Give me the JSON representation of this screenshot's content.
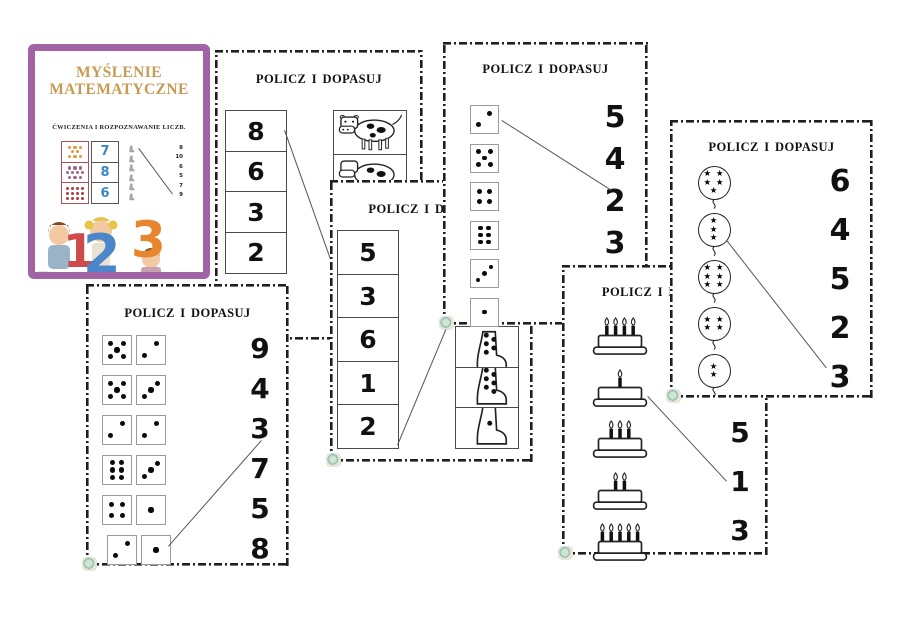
{
  "cover": {
    "title_line1": "MYŚLENIE",
    "title_line2": "MATEMATYCZNE",
    "title_color": "#c79b52",
    "border_color": "#a263a4",
    "subtitle": "ĆWICZENIA I ROZPOZNAWANIE LICZB.",
    "mini_dice": [
      {
        "dots": 8,
        "color": "#dd9a3f"
      },
      {
        "dots": 10,
        "color": "#a06787"
      },
      {
        "dots": 12,
        "color": "#b23b3b"
      }
    ],
    "mini_numbers": [
      "7",
      "8",
      "6"
    ],
    "mini_number_color": "#3a87c8",
    "mini_list_numbers": [
      "8",
      "10",
      "6",
      "5",
      "7",
      "9"
    ],
    "big_numbers": [
      {
        "value": "1",
        "color": "#cf4a4a"
      },
      {
        "value": "2",
        "color": "#4a86c9"
      },
      {
        "value": "3",
        "color": "#e8862f"
      }
    ]
  },
  "worksheets": {
    "cows": {
      "title": "POLICZ I DOPASUJ",
      "numbers": [
        "8",
        "6",
        "3",
        "2"
      ],
      "images": "cow",
      "match": {
        "from": "number-8",
        "to": "cow-hidden"
      }
    },
    "boots": {
      "title": "POLICZ I DOPASUJ",
      "numbers": [
        "5",
        "3",
        "6",
        "1",
        "2"
      ],
      "boot_dots": [
        5,
        6,
        1
      ],
      "match": {
        "from": "number-2",
        "to": "boot-hidden"
      }
    },
    "dice": {
      "title": "POLICZ I DOPASUJ",
      "dice": [
        2,
        5,
        4,
        6,
        3,
        1
      ],
      "numbers": [
        "5",
        "4",
        "2",
        "3"
      ],
      "match": {
        "from": "die-2-dots",
        "to": "number-2"
      }
    },
    "dominoes": {
      "title": "POLICZ I DOPASUJ",
      "pairs": [
        [
          5,
          2
        ],
        [
          5,
          3
        ],
        [
          2,
          2
        ],
        [
          6,
          3
        ],
        [
          4,
          1
        ],
        [
          2,
          1
        ]
      ],
      "numbers": [
        "9",
        "4",
        "3",
        "7",
        "5",
        "8"
      ],
      "match": {
        "from": "pair-2-1",
        "to": "number-3"
      }
    },
    "cakes": {
      "title": "POLICZ I DOPASUJ",
      "candles": [
        4,
        1,
        3,
        2,
        5
      ],
      "numbers": [
        "5",
        "1",
        "3"
      ],
      "match": {
        "from": "cake-1-candle",
        "to": "number-1"
      }
    },
    "balloons": {
      "title": "POLICZ I DOPASUJ",
      "stars": [
        5,
        3,
        6,
        4,
        2
      ],
      "numbers": [
        "6",
        "4",
        "5",
        "2",
        "3"
      ],
      "match": {
        "from": "balloon-3-stars",
        "to": "number-3"
      }
    }
  }
}
